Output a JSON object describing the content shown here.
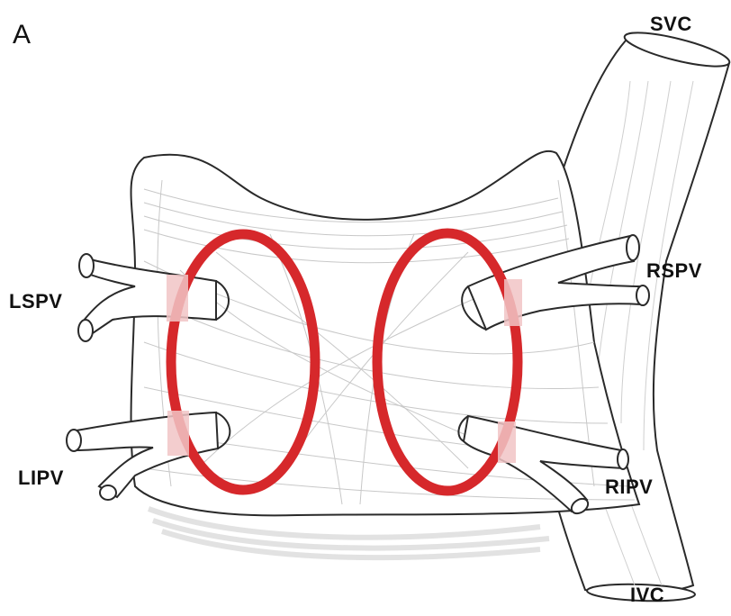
{
  "panel_label": "A",
  "labels": {
    "svc": "SVC",
    "ivc": "IVC",
    "lspv": "LSPV",
    "lipv": "LIPV",
    "rspv": "RSPV",
    "ripv": "RIPV"
  },
  "colors": {
    "ablation_ring": "#d6282b",
    "ring_inner_veil": "#f1c4c6",
    "outline": "#2a2a2a",
    "fiber": "#c8c8c8",
    "background": "#ffffff"
  }
}
